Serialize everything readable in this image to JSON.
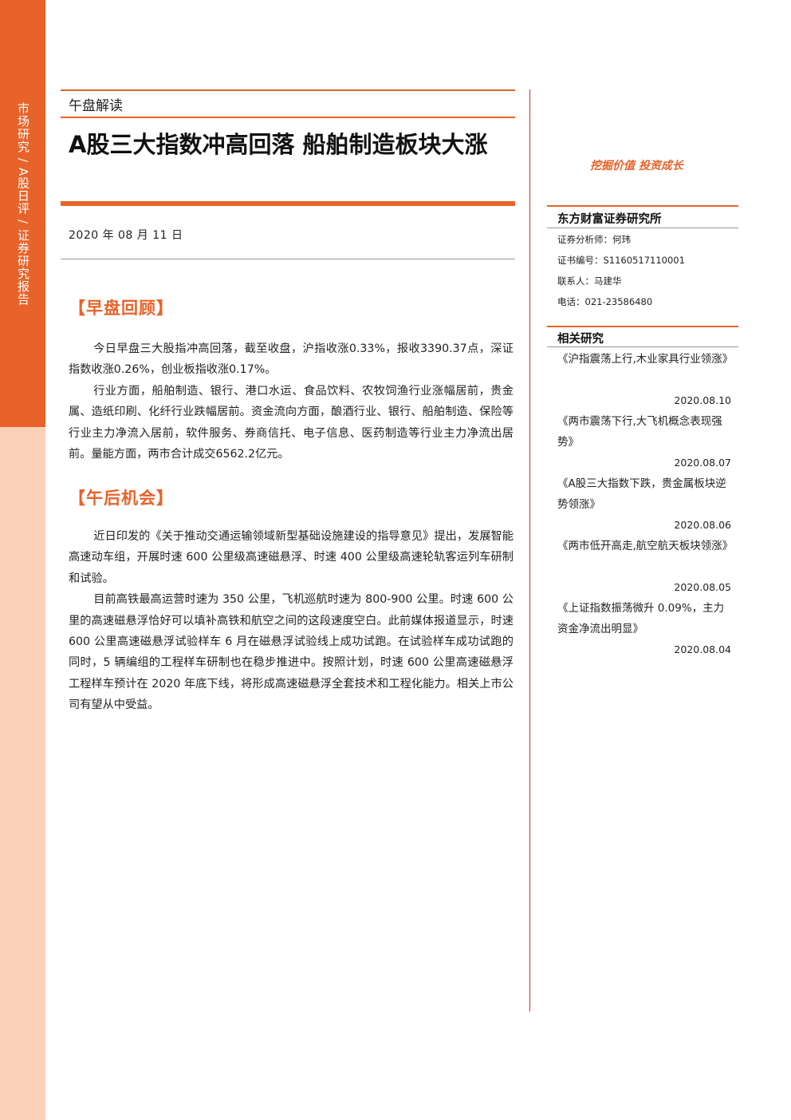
{
  "sidebar": {
    "segments": [
      "市场研究",
      "A股日评",
      "证券研究报告"
    ],
    "separator": "/"
  },
  "header": {
    "category": "午盘解读",
    "title": "A股三大指数冲高回落 船舶制造板块大涨",
    "date": "2020 年 08 月 11 日"
  },
  "sections": [
    {
      "heading": "【早盘回顾】",
      "paragraphs": [
        "今日早盘三大股指冲高回落，截至收盘，沪指收涨0.33%，报收3390.37点，深证指数收涨0.26%，创业板指收涨0.17%。",
        "行业方面，船舶制造、银行、港口水运、食品饮料、农牧饲渔行业涨幅居前，贵金属、造纸印刷、化纤行业跌幅居前。资金流向方面，酿酒行业、银行、船舶制造、保险等行业主力净流入居前，软件服务、券商信托、电子信息、医药制造等行业主力净流出居前。量能方面，两市合计成交6562.2亿元。"
      ]
    },
    {
      "heading": "【午后机会】",
      "paragraphs": [
        "近日印发的《关于推动交通运输领域新型基础设施建设的指导意见》提出，发展智能高速动车组，开展时速 600 公里级高速磁悬浮、时速 400 公里级高速轮轨客运列车研制和试验。",
        "目前高铁最高运营时速为 350 公里，飞机巡航时速为 800-900 公里。时速 600 公里的高速磁悬浮恰好可以填补高铁和航空之间的这段速度空白。此前媒体报道显示，时速 600 公里高速磁悬浮试验样车 6 月在磁悬浮试验线上成功试跑。在试验样车成功试跑的同时，5 辆编组的工程样车研制也在稳步推进中。按照计划，时速 600 公里高速磁悬浮工程样车预计在 2020 年底下线，将形成高速磁悬浮全套技术和工程化能力。相关上市公司有望从中受益。"
      ]
    }
  ],
  "right_column": {
    "slogan": "挖掘价值 投资成长",
    "institute": "东方财富证券研究所",
    "info": [
      "证券分析师：何玮",
      "证书编号：S1160517110001",
      "联系人：马建华",
      "电话：021-23586480"
    ],
    "related_title": "相关研究",
    "related": [
      {
        "title": "《沪指震荡上行,木业家具行业领涨》",
        "date": "2020.08.10"
      },
      {
        "title": "《两市震荡下行,大飞机概念表现强势》",
        "date": "2020.08.07"
      },
      {
        "title": "《A股三大指数下跌，贵金属板块逆势领涨》",
        "date": "2020.08.06"
      },
      {
        "title": "《两市低开高走,航空航天板块领涨》",
        "date": "2020.08.05"
      },
      {
        "title": "《上证指数振荡微升 0.09%，主力资金净流出明显》",
        "date": "2020.08.04"
      }
    ]
  },
  "colors": {
    "accent": "#e8632a",
    "sidebar_light": "#fbd2b8",
    "divider": "#cc3333"
  }
}
